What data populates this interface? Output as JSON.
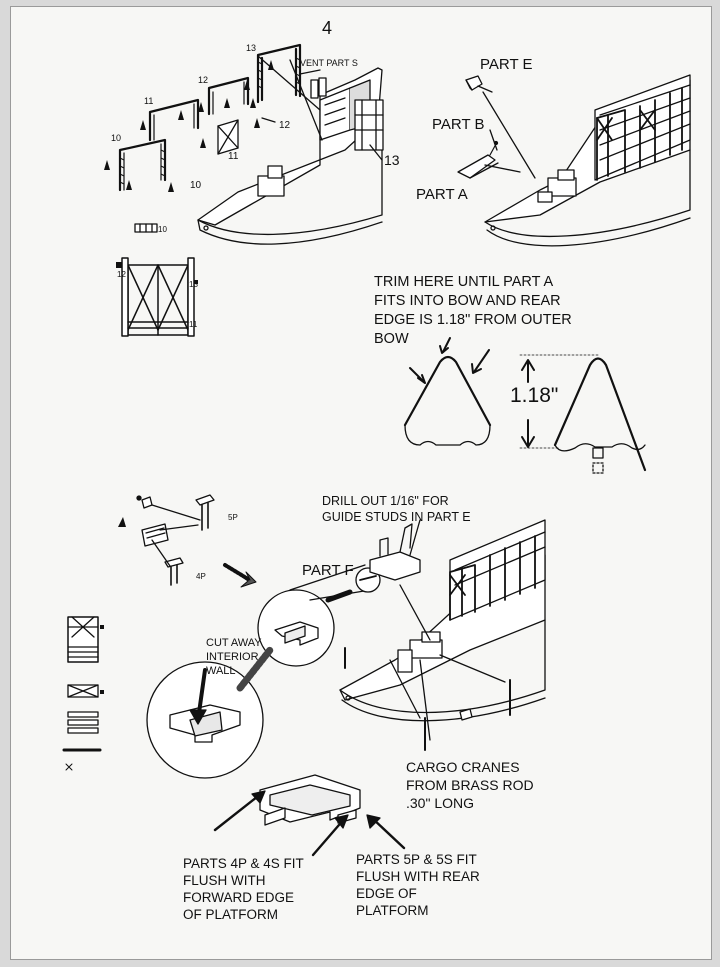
{
  "page_number": "4",
  "labels": {
    "vent_parts": "VENT PART S",
    "part_e": "PART E",
    "part_b": "PART B",
    "part_a": "PART A",
    "part_f": "PART F",
    "trim_note": "TRIM HERE UNTIL PART A\nFITS INTO BOW AND REAR\nEDGE IS 1.18\" FROM OUTER\nBOW",
    "dimension": "1.18\"",
    "drill_note": "DRILL OUT 1/16\" FOR\nGUIDE STUDS IN PART E",
    "cut_away": "CUT AWAY\nINTERIOR\nWALL",
    "cargo_cranes": "CARGO CRANES\nFROM BRASS ROD\n.30\" LONG",
    "parts_4": "PARTS 4P & 4S FIT\nFLUSH WITH\nFORWARD EDGE\nOF PLATFORM",
    "parts_5": "PARTS 5P & 5S FIT\nFLUSH WITH REAR\nEDGE OF\nPLATFORM"
  },
  "part_numbers": {
    "n13_top": "13",
    "n12_top": "12",
    "n11_top": "11",
    "n10_top": "10",
    "n12_side": "12",
    "n11_low": "11",
    "n10_low": "10",
    "n13_right": "13",
    "n10_plate": "10",
    "n12_plate": "12",
    "n13_plate": "13",
    "n11_plate": "11",
    "n5p": "5P",
    "n4p": "4P"
  }
}
